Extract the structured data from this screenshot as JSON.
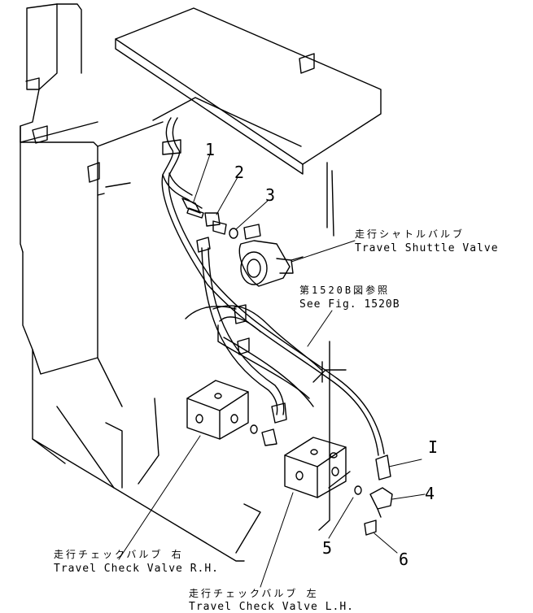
{
  "callouts": {
    "c1_top": "1",
    "c2": "2",
    "c3": "3",
    "c1_right": "I",
    "c4": "4",
    "c5": "5",
    "c6": "6"
  },
  "labels": {
    "shuttle_jp": "走行シャトルバルブ",
    "shuttle_en": "Travel  Shuttle  Valve",
    "ref_jp": "第1520B図参照",
    "ref_en": "See  Fig. 1520B",
    "check_rh_jp": "走行チェックバルブ  右",
    "check_rh_en": "Travel  Check  Valve  R.H.",
    "check_lh_jp": "走行チェックバルブ  左",
    "check_lh_en": "Travel  Check  Valve  L.H."
  }
}
